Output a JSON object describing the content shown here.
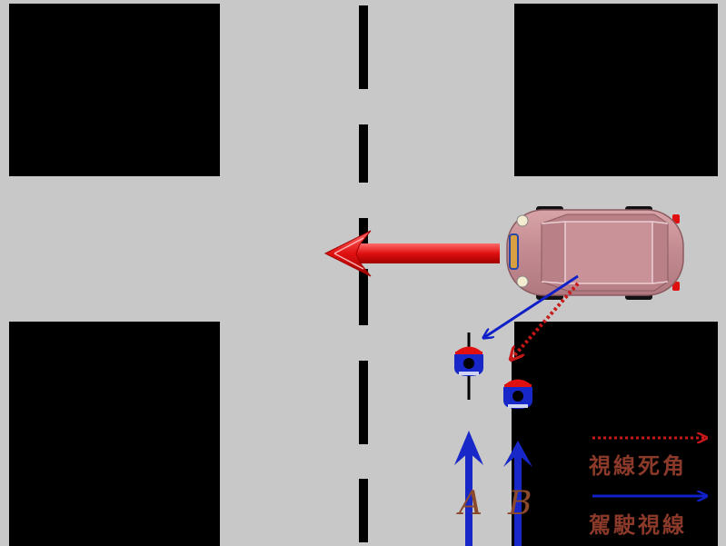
{
  "cyclists": [
    {
      "label": "A"
    },
    {
      "label": "B"
    }
  ],
  "legend": {
    "blind_spot": "視線死角",
    "driver_view": "駕駛視線"
  },
  "colors": {
    "road": "#c8c8c8",
    "block": "#000000",
    "car_body": "#c28a90",
    "turn_arrow": "#e01010",
    "driver_view_line": "#1020c8",
    "blind_spot_line": "#c81818",
    "helmet": "#e01010",
    "cyclist_body": "#1828c8",
    "text": "#8b3a2a"
  },
  "icons": [
    "car-icon",
    "left-turn-arrow-icon",
    "cyclist-icon",
    "up-arrow-icon"
  ]
}
